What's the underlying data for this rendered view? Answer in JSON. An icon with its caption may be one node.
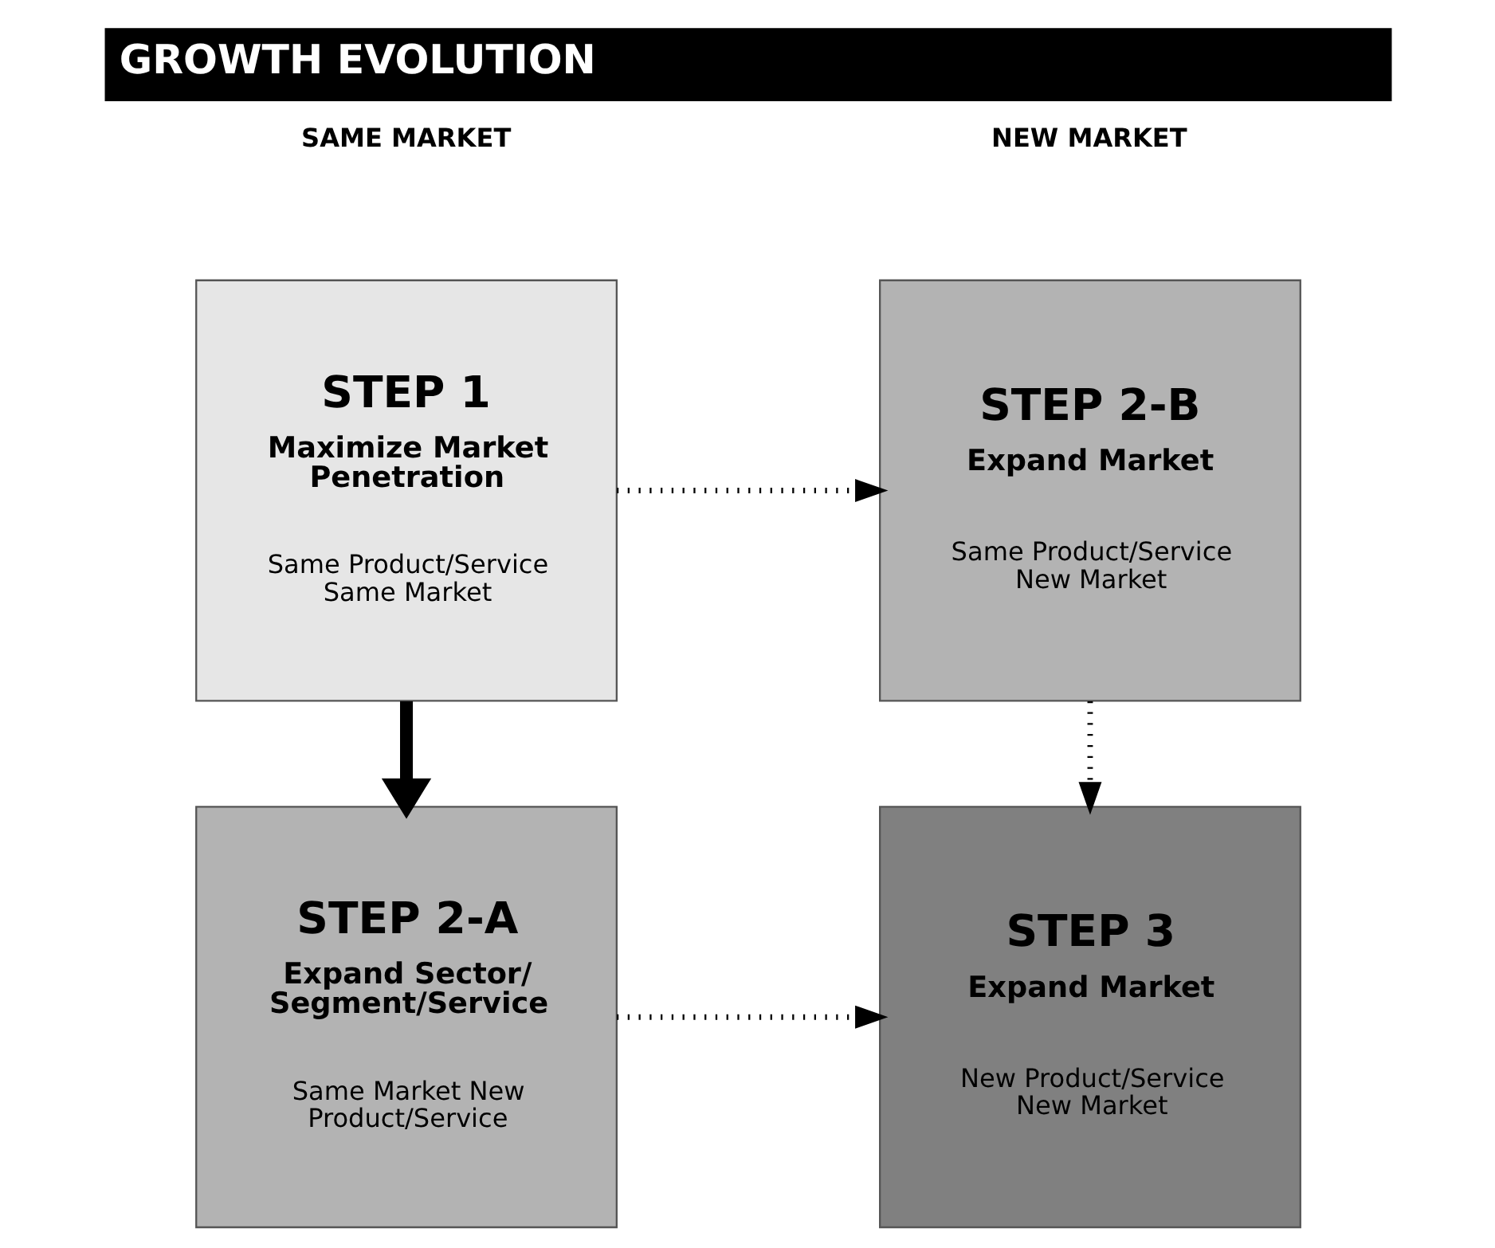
{
  "diagram": {
    "title": "GROWTH EVOLUTION",
    "nodes": [
      {
        "text": [
          "STEP 1",
          "Maximize Market Penetration",
          "Same Product/Service Same Market"
        ]
      },
      {
        "text": [
          "STEP 2-B",
          "Expand Market",
          "Same Product/Service New Market"
        ]
      },
      {
        "text": [
          "STEP 2-A",
          "Expand Sector/ Segment/Service",
          "Same Market New Product/Service"
        ]
      },
      {
        "text": [
          "STEP 3",
          "Expand Market",
          "New Product/Service New Market"
        ]
      }
    ],
    "edges": [
      {
        "from": 0,
        "to": 1,
        "arrow": "to",
        "style": "dashed"
      },
      {
        "from": 0,
        "to": 2,
        "arrow": "to",
        "style": "thick"
      },
      {
        "from": 1,
        "to": 3,
        "arrow": "to",
        "style": "dashed"
      },
      {
        "from": 2,
        "to": 3,
        "arrow": "to",
        "style": "dashed"
      }
    ],
    "labels": [
      "SAME MARKET",
      "NEW MARKET"
    ]
  }
}
